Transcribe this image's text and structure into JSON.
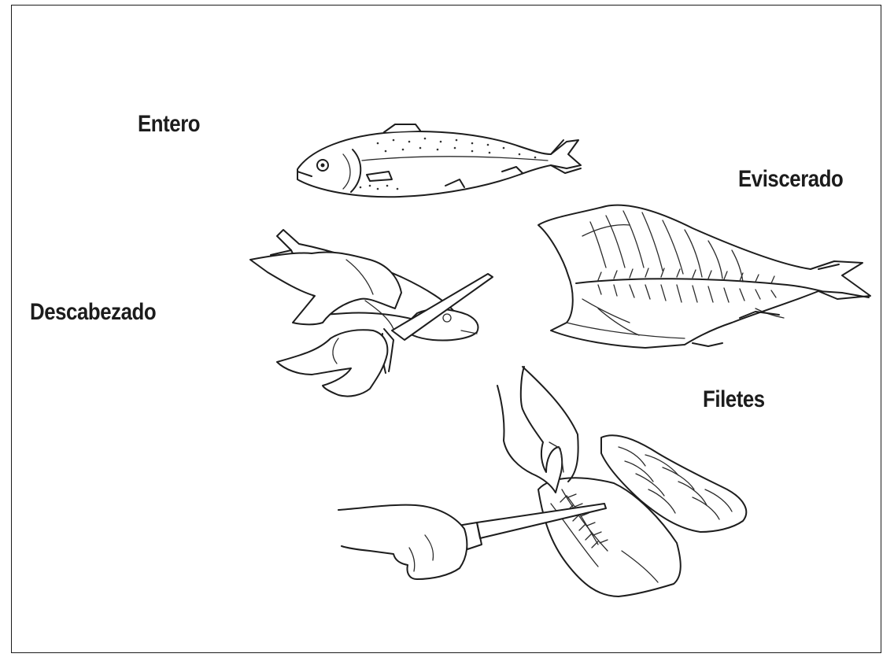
{
  "labels": {
    "entero": "Entero",
    "eviscerado": "Eviscerado",
    "descabezado": "Descabezado",
    "filetes": "Filetes"
  },
  "colors": {
    "ink": "#1d1d1d",
    "background": "#ffffff",
    "border": "#1a1a1a"
  }
}
